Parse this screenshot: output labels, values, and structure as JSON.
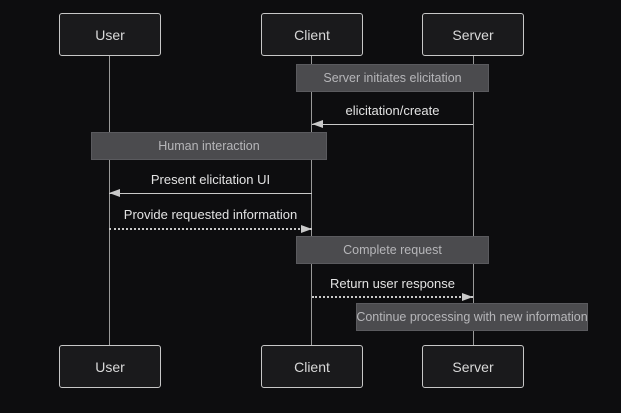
{
  "diagram": {
    "type": "sequence",
    "actors": [
      {
        "id": "user",
        "label": "User"
      },
      {
        "id": "client",
        "label": "Client"
      },
      {
        "id": "server",
        "label": "Server"
      }
    ],
    "notes": [
      {
        "label": "Server initiates elicitation",
        "over": [
          "Client",
          "Server"
        ]
      },
      {
        "label": "Human interaction",
        "over": [
          "User",
          "Client"
        ]
      },
      {
        "label": "Complete request",
        "over": [
          "Client",
          "Server"
        ]
      },
      {
        "label": "Continue processing with new information",
        "over": [
          "Server"
        ]
      }
    ],
    "messages": [
      {
        "label": "elicitation/create",
        "from": "Server",
        "to": "Client",
        "line": "solid"
      },
      {
        "label": "Present elicitation UI",
        "from": "Client",
        "to": "User",
        "line": "solid"
      },
      {
        "label": "Provide requested information",
        "from": "User",
        "to": "Client",
        "line": "dotted"
      },
      {
        "label": "Return user response",
        "from": "Client",
        "to": "Server",
        "line": "dotted"
      }
    ],
    "colors": {
      "background": "#0d0d0f",
      "actor_fill": "#1a1a1c",
      "actor_border": "#c7c7c7",
      "actor_text": "#d9d9d9",
      "lifeline": "#999999",
      "note_fill": "#4b4b4e",
      "note_border": "#5a5a5e",
      "note_text": "#b6b6b9",
      "message_text": "#e3e3e3",
      "arrow": "#c9c9c9"
    }
  }
}
